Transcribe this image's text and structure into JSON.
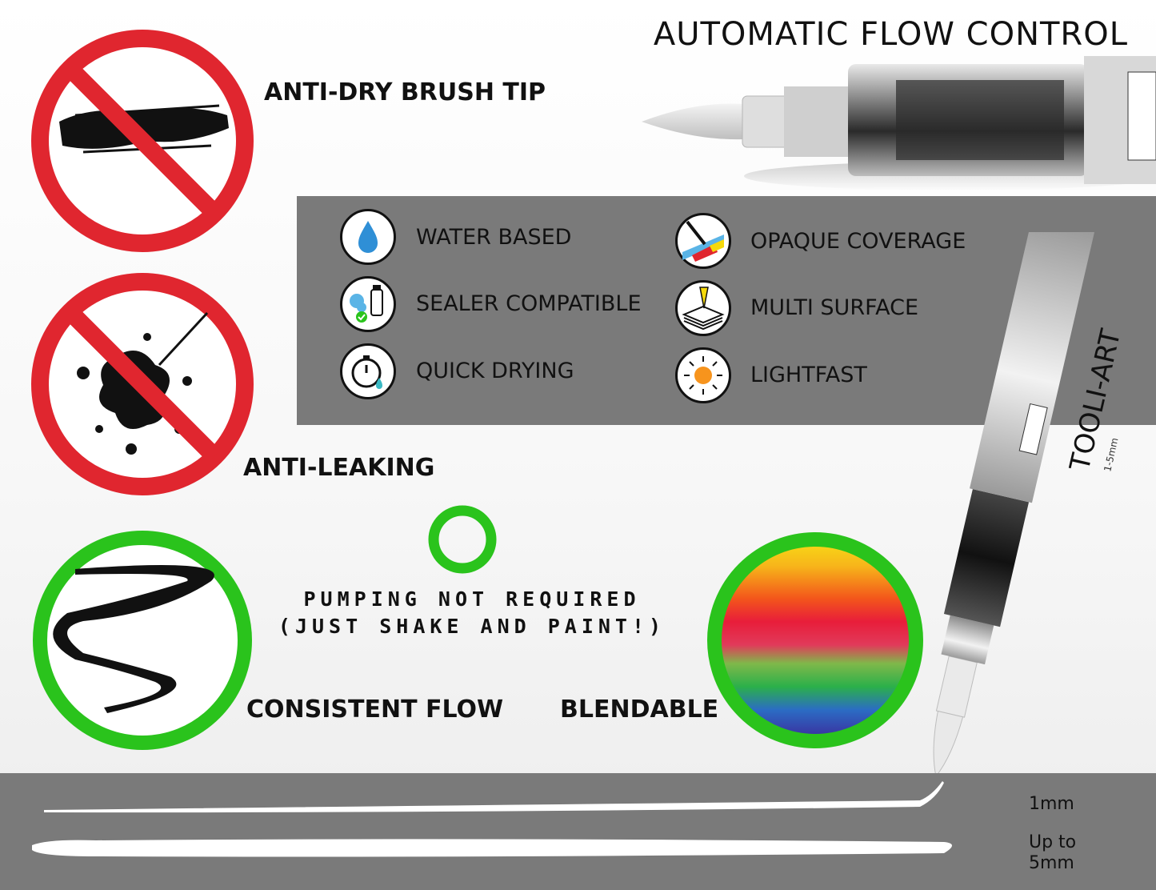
{
  "header": {
    "title": "AUTOMATIC FLOW CONTROL"
  },
  "badges": {
    "anti_dry": "ANTI-DRY BRUSH TIP",
    "anti_leak": "ANTI-LEAKING",
    "consistent": "CONSISTENT FLOW",
    "blendable": "BLENDABLE"
  },
  "features": {
    "left": [
      "WATER BASED",
      "SEALER COMPATIBLE",
      "QUICK DRYING"
    ],
    "right": [
      "OPAQUE COVERAGE",
      "MULTI SURFACE",
      "LIGHTFAST"
    ]
  },
  "pumping": {
    "line1": "PUMPING NOT REQUIRED",
    "line2": "(JUST SHAKE AND PAINT!)"
  },
  "pen": {
    "brand": "TOOLI-ART",
    "size": "1-5mm"
  },
  "stroke_sizes": {
    "thin": "1mm",
    "thick_line1": "Up to",
    "thick_line2": "5mm"
  },
  "colors": {
    "prohibit_red": "#e0262f",
    "ok_green": "#2ac31c",
    "panel_gray": "#7a7a7a",
    "water_blue": "#2f8fd6"
  },
  "icons": [
    "water-drop-icon",
    "sealer-spray-icon",
    "stopwatch-icon",
    "opaque-brush-icon",
    "multi-surface-icon",
    "sun-icon"
  ]
}
